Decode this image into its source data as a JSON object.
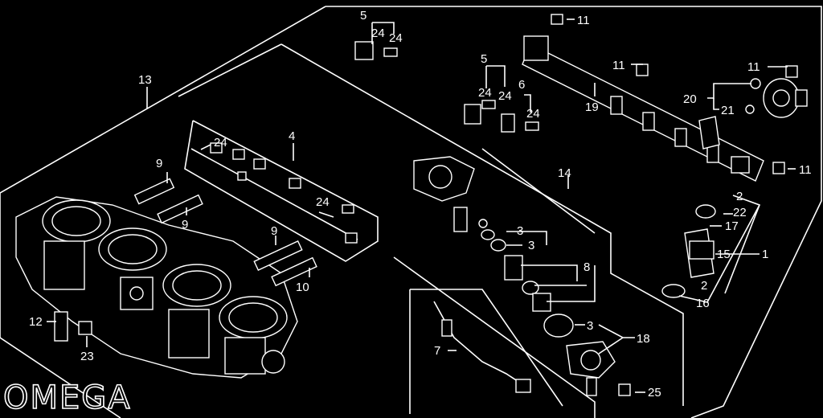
{
  "diagram": {
    "watermark": "OMEGA",
    "callouts": [
      {
        "id": "c5a",
        "text": "5"
      },
      {
        "id": "c24a",
        "text": "24"
      },
      {
        "id": "c24b",
        "text": "24"
      },
      {
        "id": "c11a",
        "text": "11"
      },
      {
        "id": "c11b",
        "text": "11"
      },
      {
        "id": "c11c",
        "text": "11"
      },
      {
        "id": "c11d",
        "text": "11"
      },
      {
        "id": "c13",
        "text": "13"
      },
      {
        "id": "c5b",
        "text": "5"
      },
      {
        "id": "c24c",
        "text": "24"
      },
      {
        "id": "c24d",
        "text": "24"
      },
      {
        "id": "c6",
        "text": "6"
      },
      {
        "id": "c24e",
        "text": "24"
      },
      {
        "id": "c19",
        "text": "19"
      },
      {
        "id": "c20",
        "text": "20"
      },
      {
        "id": "c21",
        "text": "21"
      },
      {
        "id": "c4",
        "text": "4"
      },
      {
        "id": "c24f",
        "text": "24"
      },
      {
        "id": "c9a",
        "text": "9"
      },
      {
        "id": "c9b",
        "text": "9"
      },
      {
        "id": "c24g",
        "text": "24"
      },
      {
        "id": "c14",
        "text": "14"
      },
      {
        "id": "c2a",
        "text": "2"
      },
      {
        "id": "c22",
        "text": "22"
      },
      {
        "id": "c17",
        "text": "17"
      },
      {
        "id": "c3a",
        "text": "3"
      },
      {
        "id": "c3b",
        "text": "3"
      },
      {
        "id": "c9c",
        "text": "9"
      },
      {
        "id": "c15",
        "text": "15"
      },
      {
        "id": "c1",
        "text": "1"
      },
      {
        "id": "c8",
        "text": "8"
      },
      {
        "id": "c10",
        "text": "10"
      },
      {
        "id": "c2b",
        "text": "2"
      },
      {
        "id": "c16",
        "text": "16"
      },
      {
        "id": "c12",
        "text": "12"
      },
      {
        "id": "c3c",
        "text": "3"
      },
      {
        "id": "c18",
        "text": "18"
      },
      {
        "id": "c23",
        "text": "23"
      },
      {
        "id": "c7",
        "text": "7"
      },
      {
        "id": "c25",
        "text": "25"
      }
    ]
  }
}
